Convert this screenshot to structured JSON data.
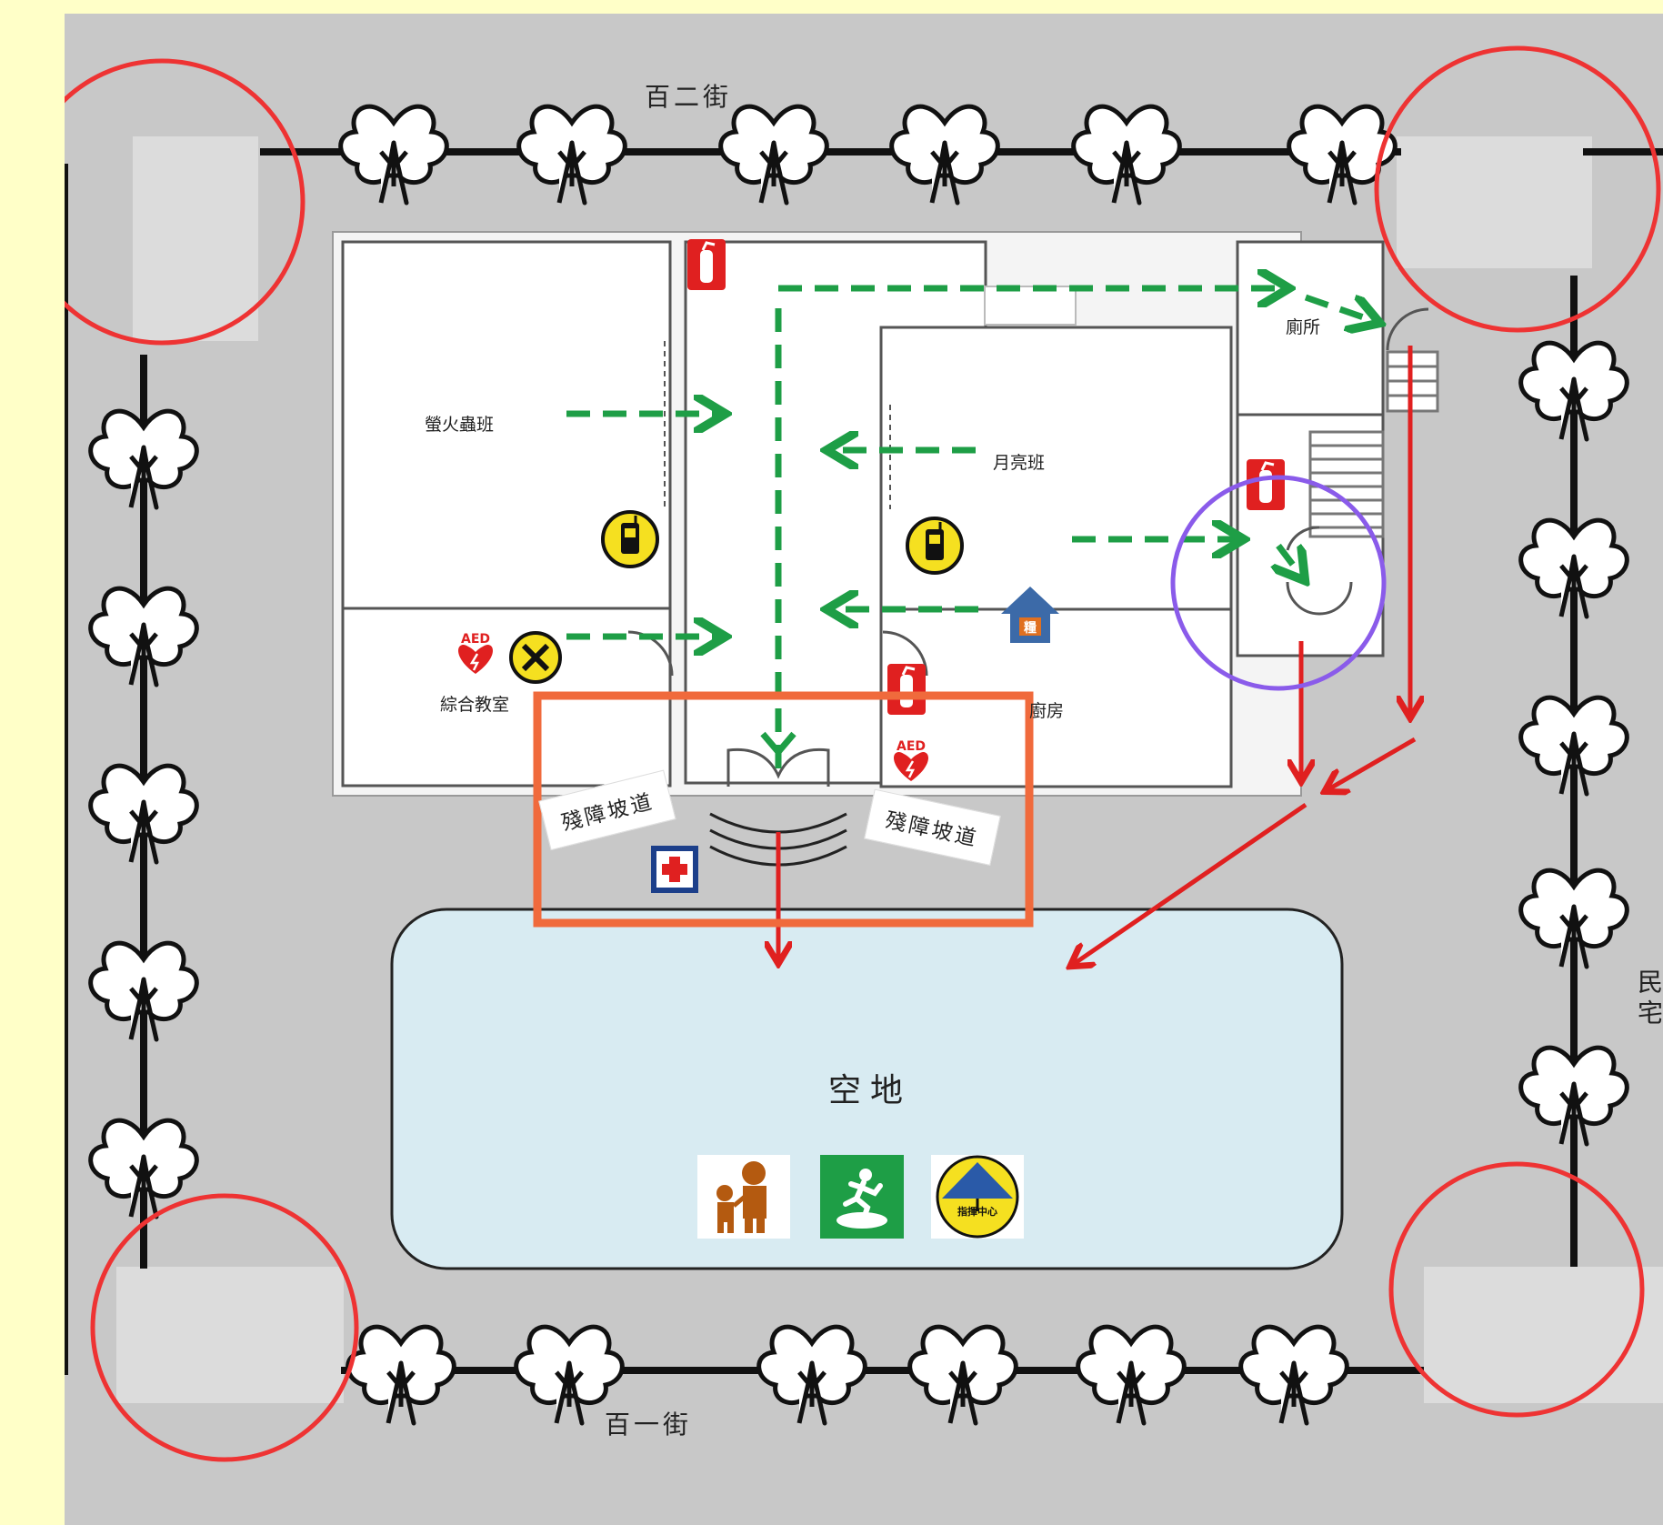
{
  "streets": {
    "north": "百二街",
    "south": "百一街",
    "east": "民宅"
  },
  "rooms": {
    "firefly": "螢火蟲班",
    "moon": "月亮班",
    "toilet": "廁所",
    "multipurpose": "綜合教室",
    "kitchen": "廚房"
  },
  "ramps": {
    "left": "殘障坡道",
    "right": "殘障坡道"
  },
  "open_area": {
    "label": "空地"
  },
  "icons": {
    "aed": "AED",
    "grain": "糧",
    "command_center": "指揮中心"
  },
  "colors": {
    "background": "#ffffc8",
    "ground": "#c8c8c8",
    "evac_indoor": "#1e9e46",
    "evac_outdoor": "#e02020",
    "hazard_marker": "#ee3333",
    "stair_marker": "#8a5bea",
    "entrance_box": "#f06a3c",
    "open_area_fill": "#d8ebf2"
  },
  "markers": {
    "corners": [
      "top-left",
      "top-right",
      "bottom-left",
      "bottom-right"
    ],
    "stairwell": "purple circle",
    "main_entrance": "orange rectangle"
  }
}
